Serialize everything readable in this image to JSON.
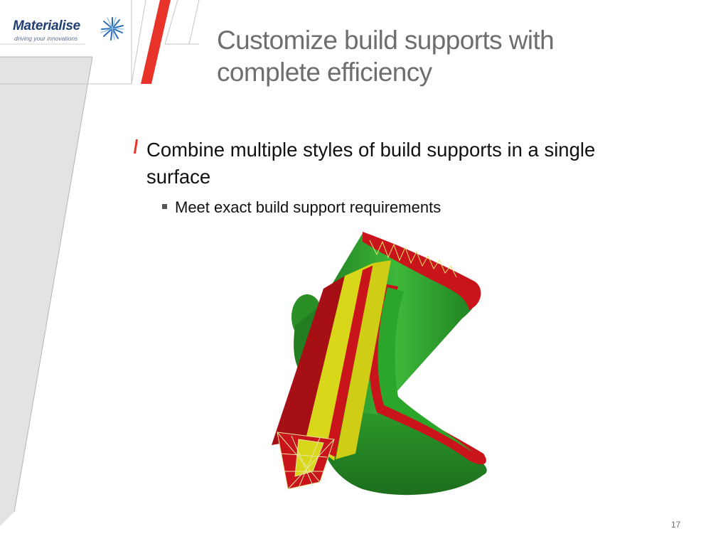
{
  "logo": {
    "name": "Materialise",
    "tagline": "driving your innovations"
  },
  "title": {
    "line1": "Customize build supports with",
    "line2": "complete efficiency"
  },
  "bullets": [
    {
      "level": 1,
      "text": "Combine multiple styles of build supports in a single surface"
    },
    {
      "level": 2,
      "text": "Meet exact build support requirements"
    }
  ],
  "page_number": "17",
  "colors": {
    "accent_red": "#e8332a",
    "title_gray": "#6d6e71",
    "panel_gray": "#e3e3e3",
    "logo_blue": "#1f3f73",
    "model_green": "#2e9b2b",
    "support_red": "#c8141a",
    "support_yellow": "#d9d71a"
  },
  "icons": {
    "logo_mark": "starburst-icon",
    "bullet1": "slash-bullet-icon",
    "bullet2": "square-bullet-icon"
  }
}
